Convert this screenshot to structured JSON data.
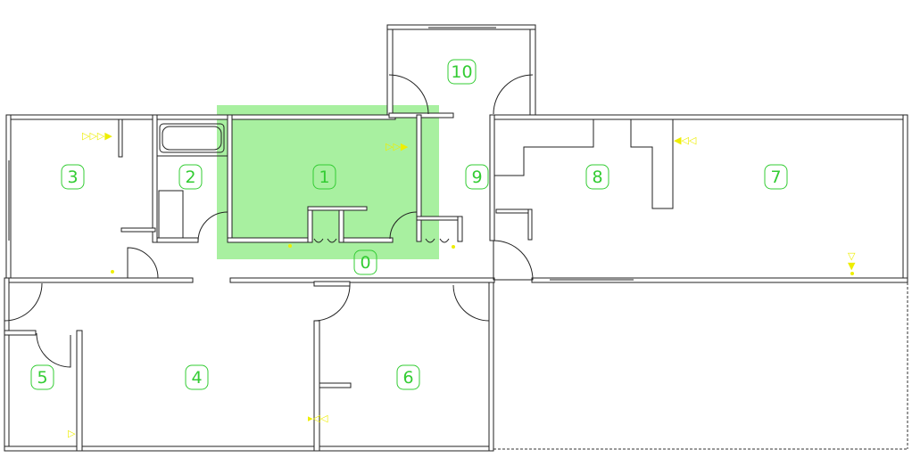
{
  "floor_plan": {
    "highlight_color": "#a8f0a0",
    "label_color": "#33cc33",
    "sensor_color": "#eeee00",
    "rooms": [
      {
        "id": "0",
        "label": "0"
      },
      {
        "id": "1",
        "label": "1"
      },
      {
        "id": "2",
        "label": "2"
      },
      {
        "id": "3",
        "label": "3"
      },
      {
        "id": "4",
        "label": "4"
      },
      {
        "id": "5",
        "label": "5"
      },
      {
        "id": "6",
        "label": "6"
      },
      {
        "id": "7",
        "label": "7"
      },
      {
        "id": "8",
        "label": "8"
      },
      {
        "id": "9",
        "label": "9"
      },
      {
        "id": "10",
        "label": "10"
      }
    ],
    "highlighted_room": "1"
  }
}
